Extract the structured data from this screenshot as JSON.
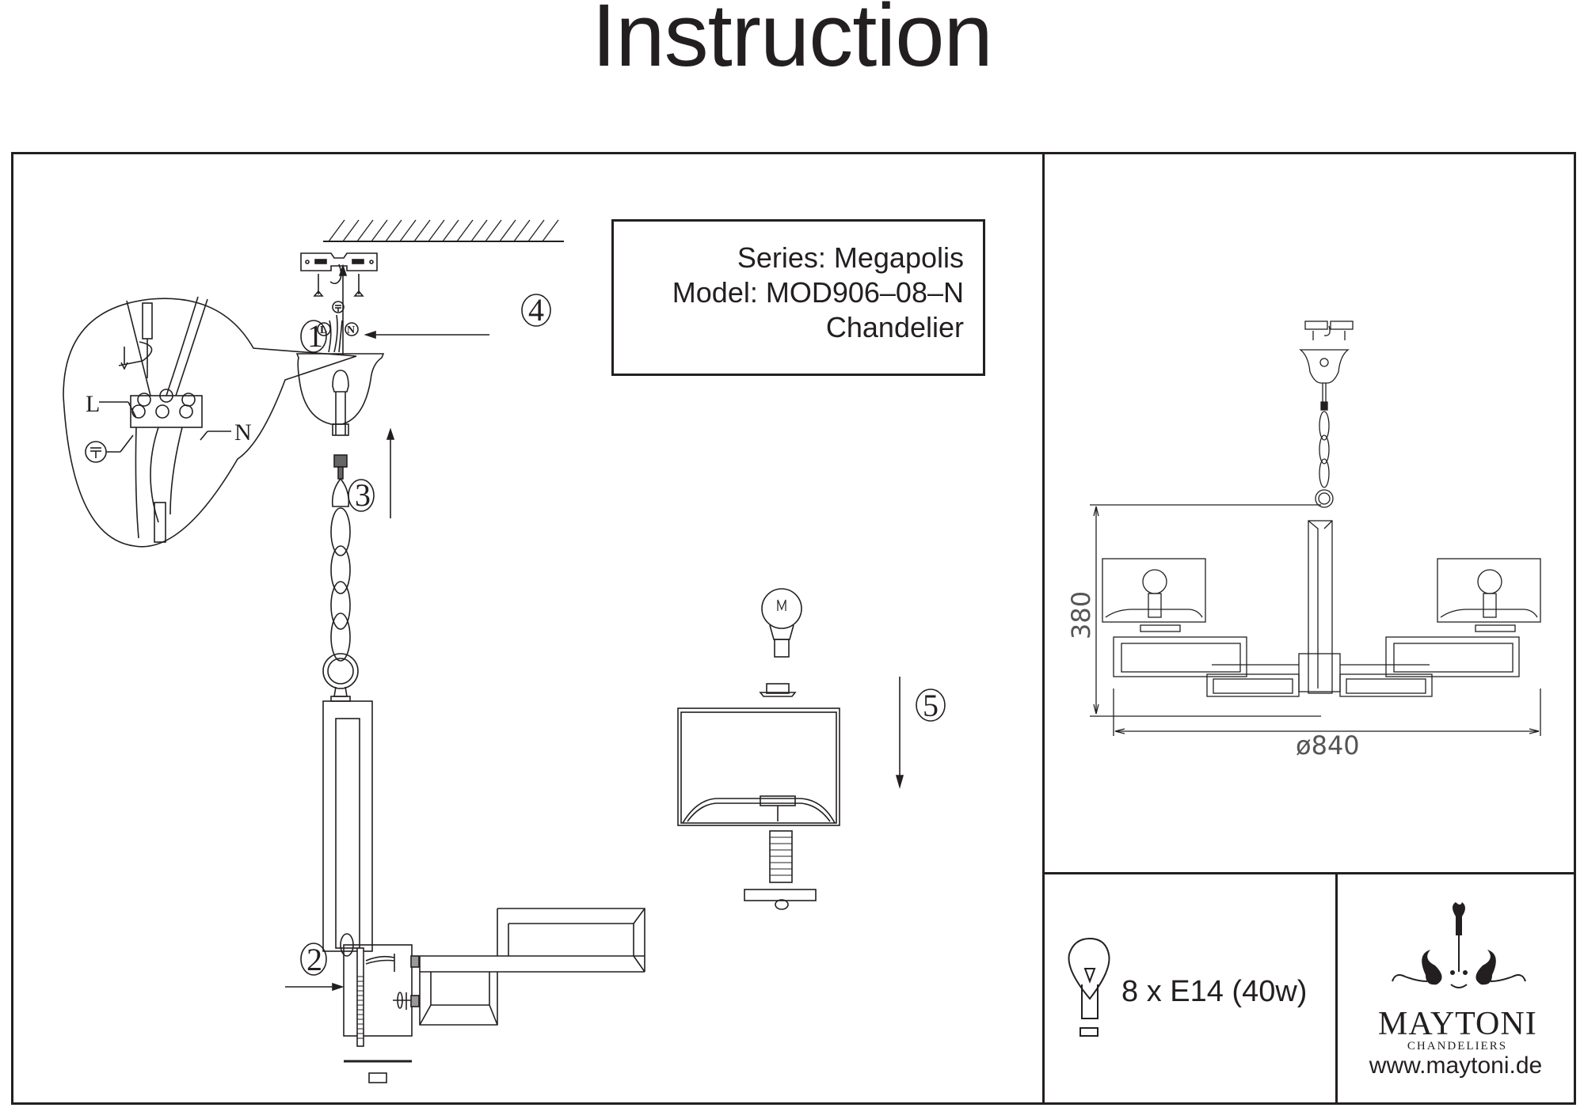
{
  "page": {
    "title": "Instruction"
  },
  "product_info": {
    "series": "Series: Megapolis",
    "model": "Model: MOD906–08–N",
    "type": "Chandelier"
  },
  "assembly_steps": [
    {
      "number": "1",
      "icon": "up-arrow-icon"
    },
    {
      "number": "2",
      "icon": "right-arrow-icon"
    },
    {
      "number": "3",
      "icon": "up-arrow-icon"
    },
    {
      "number": "4",
      "icon": "left-arrow-icon"
    },
    {
      "number": "5",
      "icon": "down-arrow-icon"
    }
  ],
  "wiring": {
    "live_label": "L",
    "neutral_label": "N",
    "earth_symbol": "earth-ground-icon"
  },
  "dimensions": {
    "height": "380",
    "diameter": "ø840"
  },
  "bulb_spec": {
    "icon": "light-bulb-icon",
    "text": "8 x E14 (40w)"
  },
  "brand": {
    "name": "MAYTONI",
    "subtitle": "CHANDELIERS",
    "url": "www.maytoni.de",
    "logo_icon": "ornamental-chandelier-logo-icon"
  },
  "colors": {
    "ink": "#231f20",
    "background": "#ffffff"
  }
}
